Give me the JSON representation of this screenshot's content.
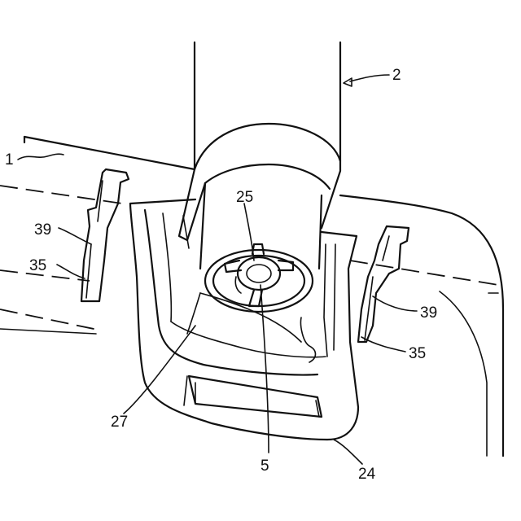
{
  "figure": {
    "labels": {
      "l1": "1",
      "l2": "2",
      "l25": "25",
      "l39_left": "39",
      "l35_left": "35",
      "l39_right": "39",
      "l35_right": "35",
      "l27": "27",
      "l5": "5",
      "l24": "24"
    }
  }
}
